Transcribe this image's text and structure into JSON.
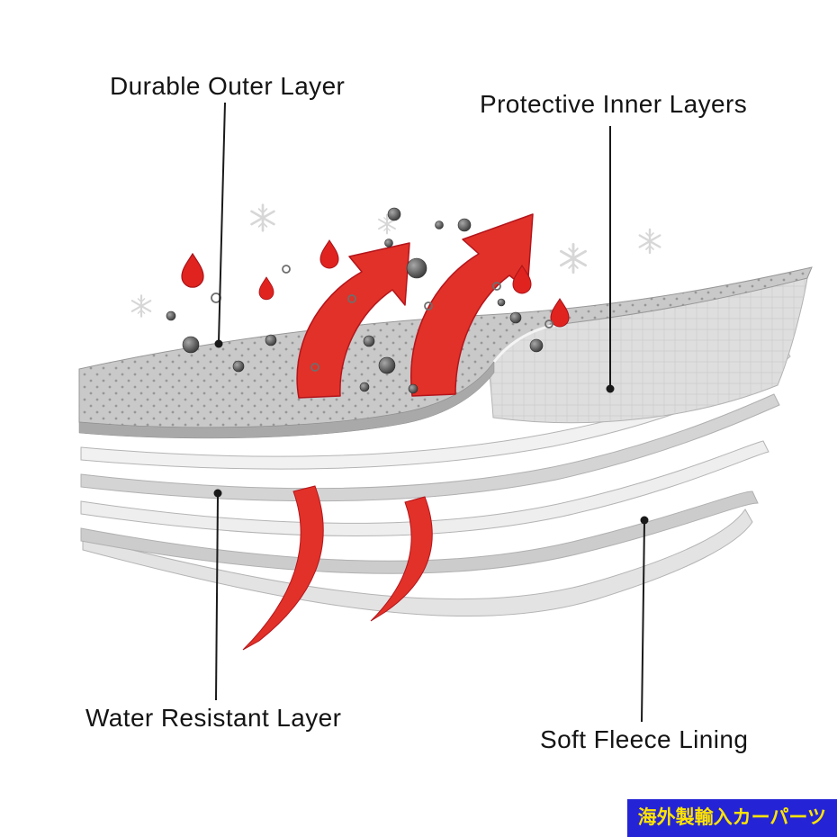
{
  "page": {
    "background_color": "#ffffff"
  },
  "diagram": {
    "labels": {
      "durable_outer": "Durable Outer Layer",
      "protective_inner": "Protective Inner Layers",
      "water_resistant": "Water Resistant Layer",
      "soft_fleece": "Soft Fleece Lining"
    },
    "colors": {
      "arrow_red": "#e23128",
      "arrow_red_edge": "#b3151c",
      "droplet_red": "#e0231f",
      "droplet_red_edge": "#a8131a",
      "layer_texture": "#c9c9c9",
      "layer_light": "#f1f1f1",
      "layer_mid": "#d4d4d4",
      "layer_edge_dark": "#a9a9a9",
      "particle_dark": "#3f3f3f",
      "snowflake_gray": "#d0d0d0",
      "label_text": "#141414",
      "leader_line": "#1a1a1a"
    }
  },
  "badge": {
    "text": "海外製輸入カーパーツ",
    "background": "#2424d6",
    "text_color": "#ffe400"
  }
}
